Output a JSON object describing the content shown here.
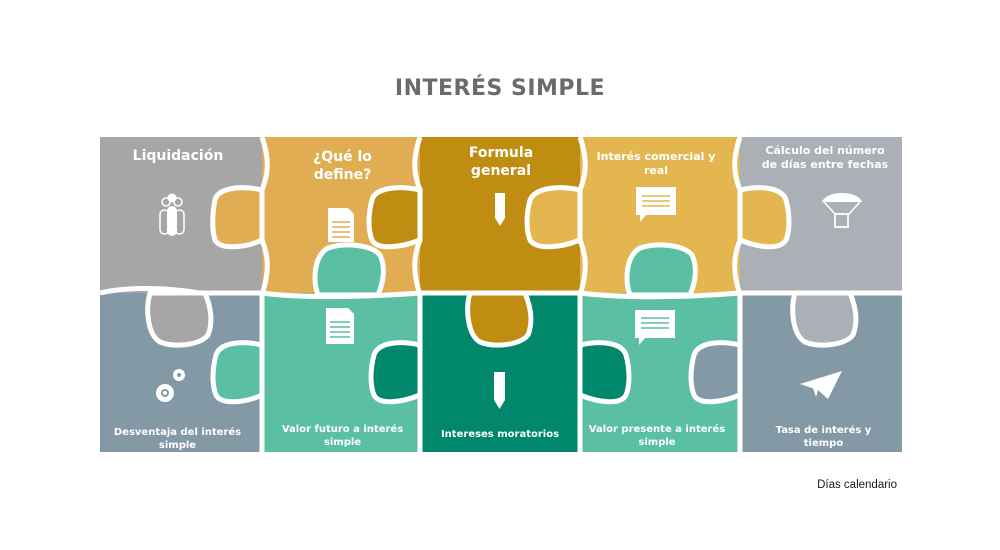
{
  "title": "INTERÉS SIMPLE",
  "colors": {
    "gray": "#a6a6a6",
    "orange": "#e1ad52",
    "gold": "#bf8d12",
    "light_orange": "#e3b650",
    "silver": "#aab0b5",
    "slate": "#8399a6",
    "teal": "#5bbfa4",
    "green": "#00876c"
  },
  "pieces": {
    "top": [
      {
        "label": "Liquidación",
        "icon": "people-group-icon"
      },
      {
        "label": "¿Qué lo define?",
        "icon": "document-icon"
      },
      {
        "label": "Formula general",
        "icon": "pencil-icon"
      },
      {
        "label": "Interés comercial y real",
        "icon": "chat-message-icon"
      },
      {
        "label": "Cálculo del número de días entre fechas",
        "icon": "parachute-box-icon"
      }
    ],
    "bottom": [
      {
        "label": "Desventaja del interés simple",
        "icon": "gears-icon"
      },
      {
        "label": "Valor futuro a interés simple",
        "icon": "document-icon"
      },
      {
        "label": "Intereses moratorios",
        "icon": "pencil-icon"
      },
      {
        "label": "Valor presente a interés simple",
        "icon": "chat-message-icon"
      },
      {
        "label": "Tasa de interés y tiempo",
        "icon": "paper-plane-icon"
      }
    ]
  },
  "footer": "Días calendario"
}
